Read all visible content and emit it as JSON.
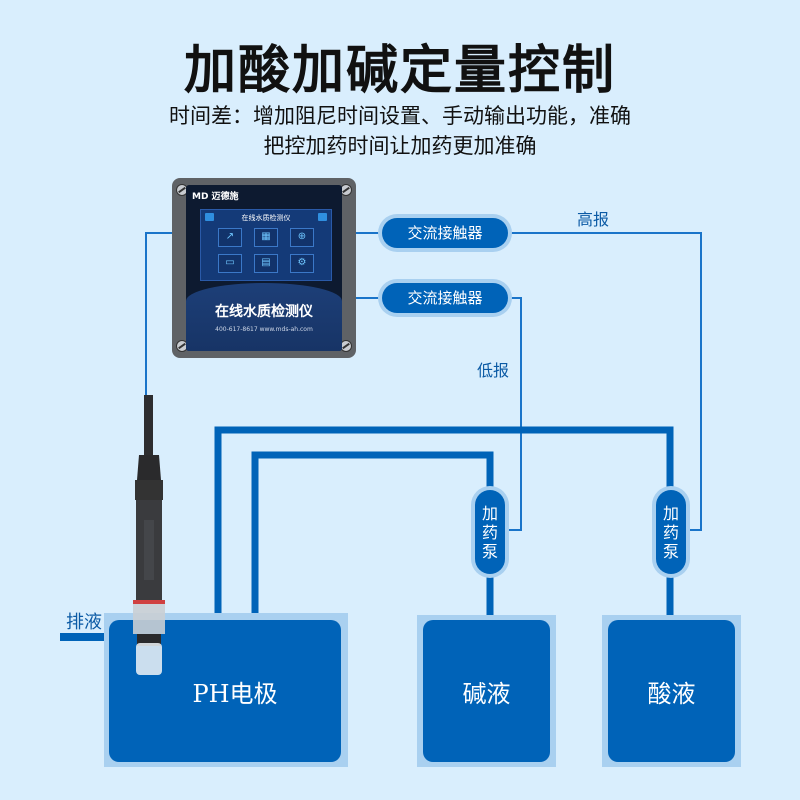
{
  "header": {
    "title": "加酸加碱定量控制",
    "subtitle_line1": "时间差：增加阻尼时间设置、手动输出功能，准确",
    "subtitle_line2": "把控加药时间让加药更加准确"
  },
  "device": {
    "brand": "MD 迈德施",
    "screen_title": "在线水质检测仪",
    "screen_tile_icons": [
      "trend-chart-icon",
      "data-grid-icon",
      "target-icon",
      "report-icon",
      "document-icon",
      "gear-icon"
    ],
    "name": "在线水质检测仪",
    "contact": "400-617-8617 www.mds-ah.com"
  },
  "contactors": [
    {
      "label": "交流接触器",
      "alarm": "高报"
    },
    {
      "label": "交流接触器",
      "alarm": "低报"
    }
  ],
  "pumps": [
    {
      "label_chars": [
        "加",
        "药",
        "泵"
      ]
    },
    {
      "label_chars": [
        "加",
        "药",
        "泵"
      ]
    }
  ],
  "tanks": {
    "ph": "PH电极",
    "alkali": "碱液",
    "acid": "酸液"
  },
  "drain_label": "排液",
  "colors": {
    "background": "#d9eefd",
    "primary_blue": "#0063b8",
    "halo_blue": "#a9d0f0",
    "label_blue": "#0b5aa5"
  }
}
